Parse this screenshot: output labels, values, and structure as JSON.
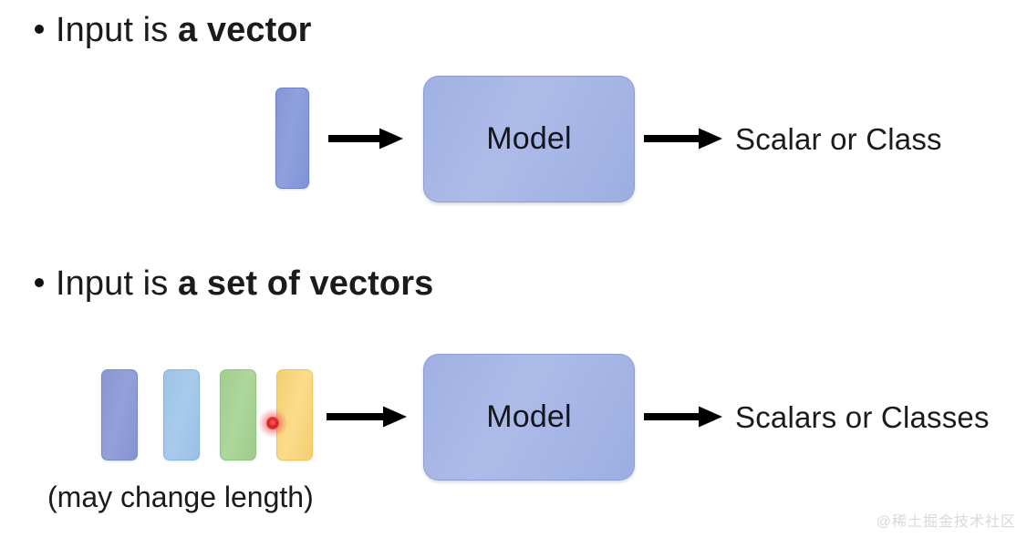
{
  "slide": {
    "background_color": "#ffffff",
    "watermark": "@稀土掘金技术社区"
  },
  "sections": [
    {
      "id": "single-vector",
      "bullet": {
        "plain": "Input is ",
        "emphasis": "a vector"
      },
      "input": {
        "type": "single-vector-block",
        "blocks": [
          {
            "name": "vector-block",
            "color": "#8a9bd8"
          }
        ]
      },
      "model": {
        "label": "Model",
        "color": "#a6b4e5"
      },
      "arrow_in": {
        "name": "input-arrow",
        "color": "#000000"
      },
      "arrow_out": {
        "name": "output-arrow",
        "color": "#000000"
      },
      "output_label": "Scalar or Class"
    },
    {
      "id": "set-of-vectors",
      "bullet": {
        "plain": "Input is ",
        "emphasis": "a set of vectors"
      },
      "input": {
        "type": "vector-sequence",
        "blocks": [
          {
            "name": "vector-block-1",
            "color": "#8e9bd5"
          },
          {
            "name": "vector-block-2",
            "color": "#a3c8e9"
          },
          {
            "name": "vector-block-3",
            "color": "#a7d295"
          },
          {
            "name": "vector-block-4",
            "color": "#f7d478"
          }
        ],
        "marker": {
          "name": "red-dot-marker",
          "color": "#e02020"
        },
        "caption": "(may change length)"
      },
      "model": {
        "label": "Model",
        "color": "#a6b4e5"
      },
      "arrow_in": {
        "name": "input-arrow",
        "color": "#000000"
      },
      "arrow_out": {
        "name": "output-arrow",
        "color": "#000000"
      },
      "output_label": "Scalars or Classes"
    }
  ]
}
